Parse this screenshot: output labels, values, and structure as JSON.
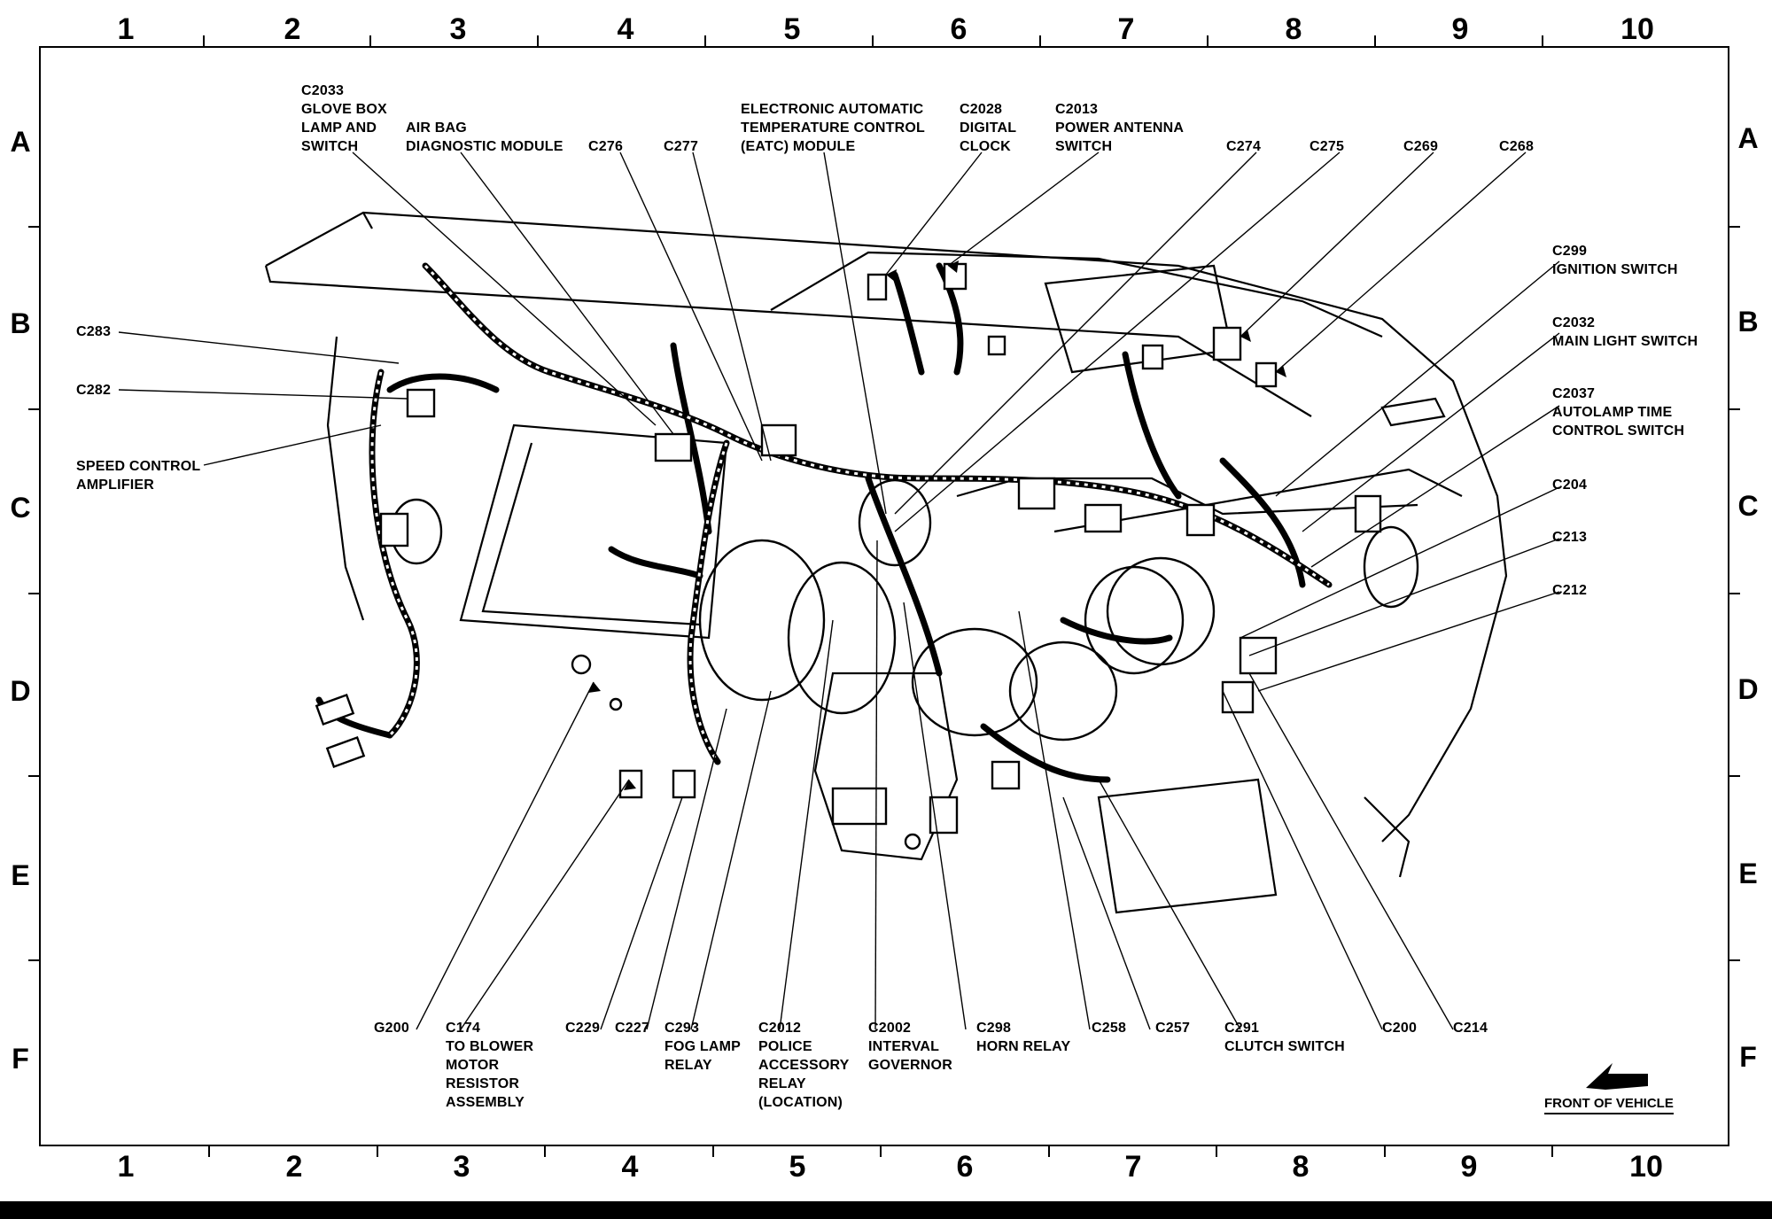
{
  "grid": {
    "columns": [
      "1",
      "2",
      "3",
      "4",
      "5",
      "6",
      "7",
      "8",
      "9",
      "10"
    ],
    "rows": [
      "A",
      "B",
      "C",
      "D",
      "E",
      "F"
    ]
  },
  "labels": {
    "c2033": [
      "C2033",
      "GLOVE BOX",
      "LAMP AND",
      "SWITCH"
    ],
    "airbag": [
      "AIR BAG",
      "DIAGNOSTIC MODULE"
    ],
    "c276": [
      "C276"
    ],
    "c277": [
      "C277"
    ],
    "eatc": [
      "ELECTRONIC AUTOMATIC",
      "TEMPERATURE CONTROL",
      "(EATC) MODULE"
    ],
    "c2028": [
      "C2028",
      "DIGITAL",
      "CLOCK"
    ],
    "c2013": [
      "C2013",
      "POWER ANTENNA",
      "SWITCH"
    ],
    "c274": [
      "C274"
    ],
    "c275": [
      "C275"
    ],
    "c269": [
      "C269"
    ],
    "c268": [
      "C268"
    ],
    "c299": [
      "C299",
      "IGNITION SWITCH"
    ],
    "c2032": [
      "C2032",
      "MAIN LIGHT SWITCH"
    ],
    "c2037": [
      "C2037",
      "AUTOLAMP TIME",
      "CONTROL SWITCH"
    ],
    "c204": [
      "C204"
    ],
    "c213": [
      "C213"
    ],
    "c212": [
      "C212"
    ],
    "c283": [
      "C283"
    ],
    "c282": [
      "C282"
    ],
    "speed": [
      "SPEED CONTROL",
      "AMPLIFIER"
    ],
    "g200": [
      "G200"
    ],
    "c174": [
      "C174",
      "TO BLOWER",
      "MOTOR",
      "RESISTOR",
      "ASSEMBLY"
    ],
    "c229": [
      "C229"
    ],
    "c227": [
      "C227"
    ],
    "c293": [
      "C293",
      "FOG LAMP",
      "RELAY"
    ],
    "c2012": [
      "C2012",
      "POLICE",
      "ACCESSORY",
      "RELAY",
      "(LOCATION)"
    ],
    "c2002": [
      "C2002",
      "INTERVAL",
      "GOVERNOR"
    ],
    "c298": [
      "C298",
      "HORN RELAY"
    ],
    "c258": [
      "C258"
    ],
    "c257": [
      "C257"
    ],
    "c291": [
      "C291",
      "CLUTCH SWITCH"
    ],
    "c200": [
      "C200"
    ],
    "c214": [
      "C214"
    ]
  },
  "front_of_vehicle": "FRONT OF VEHICLE"
}
